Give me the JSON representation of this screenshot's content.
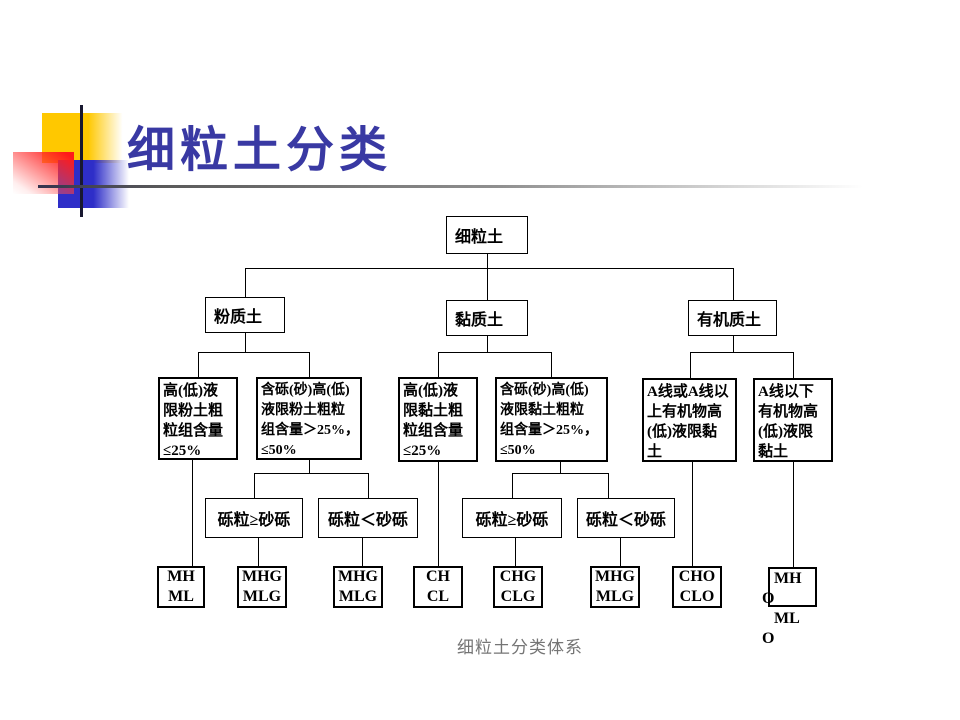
{
  "slide": {
    "title": "细粒土分类",
    "caption": "细粒土分类体系"
  },
  "nodes": {
    "root": {
      "label": "细粒土"
    },
    "silty": {
      "label": "粉质土"
    },
    "clayey": {
      "label": "黏质土"
    },
    "organic": {
      "label": "有机质土"
    },
    "silty_low": {
      "label": "高(低)液\n限粉土粗\n粒组含量\n≤25%"
    },
    "silty_gravelly": {
      "label": "含砾(砂)高(低)\n液限粉土粗粒\n组含量＞25%，\n≤50%"
    },
    "clayey_low": {
      "label": "高(低)液\n限黏土粗\n粒组含量\n≤25%"
    },
    "clayey_gravelly": {
      "label": "含砾(砂)高(低)\n液限黏土粗粒\n组含量＞25%，\n≤50%"
    },
    "organic_above_a": {
      "label": "A线或A线以\n上有机物高\n(低)液限黏\n土"
    },
    "organic_below_a": {
      "label": "A线以下\n有机物高\n(低)液限\n黏土"
    },
    "gravel_ge_sand_1": {
      "label": "砾粒≥砂砾"
    },
    "gravel_lt_sand_1": {
      "label": "砾粒＜砂砾"
    },
    "gravel_ge_sand_2": {
      "label": "砾粒≥砂砾"
    },
    "gravel_lt_sand_2": {
      "label": "砾粒＜砂砾"
    }
  },
  "leaves": {
    "leaf1": {
      "label": "MH\nML"
    },
    "leaf2": {
      "label": "MHG\nMLG"
    },
    "leaf3": {
      "label": "MHG\nMLG"
    },
    "leaf4": {
      "label": "CH\nCL"
    },
    "leaf5": {
      "label": "CHG\nCLG"
    },
    "leaf6": {
      "label": "MHG\nMLG"
    },
    "leaf7": {
      "label": "CHO\nCLO"
    },
    "leaf8": {
      "label": "   MH\nO\n   ML\nO"
    }
  },
  "colors": {
    "title": "#3939a3",
    "caption": "#757575",
    "box_border": "#000000",
    "decor_yellow": "#ffc800",
    "decor_blue": "#2e2ec8",
    "decor_red": "#ff1a1a"
  }
}
